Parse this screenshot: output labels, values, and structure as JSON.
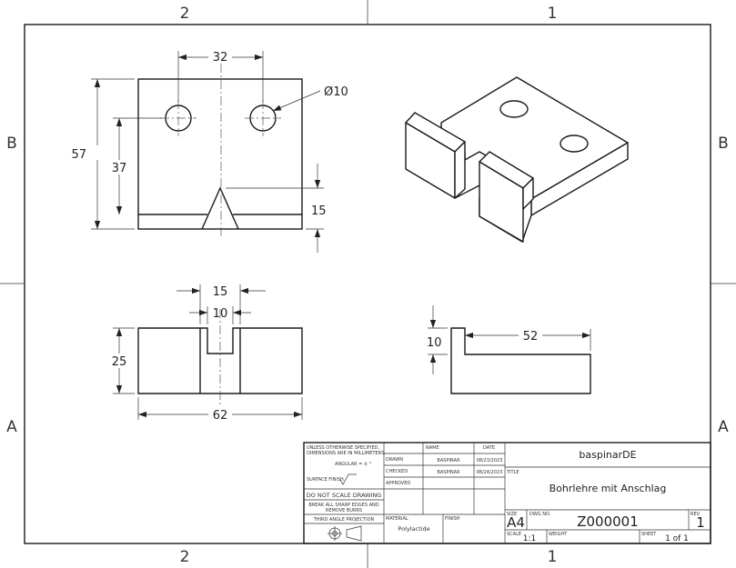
{
  "zones": {
    "top_left": "2",
    "top_right": "1",
    "bottom_left": "2",
    "bottom_right": "1",
    "left_upper": "B",
    "left_lower": "A",
    "right_upper": "B",
    "right_lower": "A"
  },
  "dimensions": {
    "hole_spacing": "32",
    "hole_diameter": "Ø10",
    "overall_height": "57",
    "hole_height": "37",
    "notch_height": "15",
    "slot_outer": "15",
    "slot_inner": "10",
    "block_height": "25",
    "block_width": "62",
    "lip_height": "10",
    "base_length": "52"
  },
  "title_block": {
    "tolerance_note": [
      "UNLESS OTHERWISE SPECIFIED,",
      "DIMENSIONS ARE IN MILLIMETERS."
    ],
    "angular": "ANGULAR = ± °",
    "surface_finish": "SURFACE FINISH",
    "do_not_scale": "DO NOT SCALE DRAWING",
    "break_edges": [
      "BREAK ALL SHARP EDGES AND",
      "REMOVE BURRS"
    ],
    "projection": "THIRD ANGLE PROJECTION",
    "col_name": "NAME",
    "col_date": "DATE",
    "row_drawn": "DRAWN",
    "row_checked": "CHECKED",
    "row_approved": "APPROVED",
    "drawn_name": "BASPINAR",
    "drawn_date": "08/23/2023",
    "checked_name": "BASPINAR",
    "checked_date": "08/24/2023",
    "company": "baspinarDE",
    "title_label": "TITLE",
    "title": "Bohrlehre mit Anschlag",
    "material_label": "MATERIAL",
    "material": "Polylactide",
    "finish_label": "FINISH",
    "size_label": "SIZE",
    "size": "A4",
    "dwg_label": "DWG NO.",
    "dwg_no": "Z000001",
    "rev_label": "REV",
    "rev": "1",
    "scale_label": "SCALE",
    "scale": "1:1",
    "weight_label": "WEIGHT",
    "sheet_label": "SHEET",
    "sheet": "1 of 1"
  }
}
